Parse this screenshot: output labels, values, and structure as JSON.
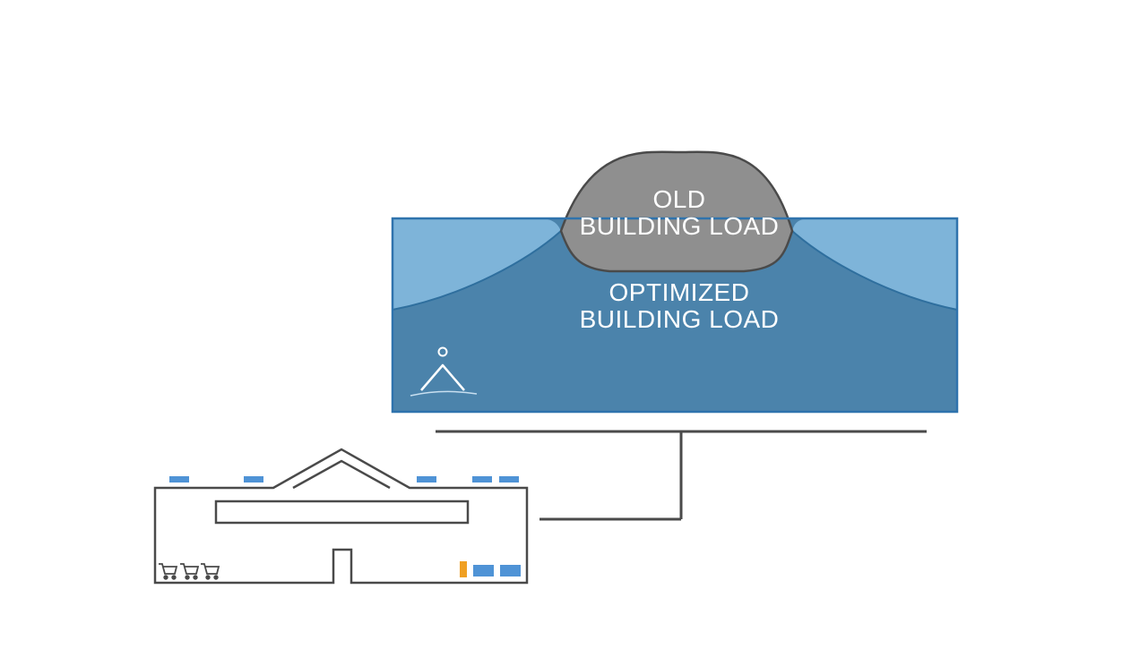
{
  "diagram": {
    "old_load": {
      "line1": "OLD",
      "line2": "BUILDING LOAD"
    },
    "optimized_load": {
      "line1": "OPTIMIZED",
      "line2": "BUILDING LOAD"
    },
    "logo_icon": "peak-logo-icon",
    "building_icon": "store-building-icon",
    "cart_icon": "shopping-cart-icon",
    "colors": {
      "dark_blue": "#4b83ab",
      "light_blue": "#7eb4d9",
      "border_blue": "#2f73ad",
      "gray_peak": "#8f8f8f",
      "outline_gray": "#4a4a4a",
      "panel_blue": "#4f93d6",
      "accent_orange": "#f0a023"
    }
  }
}
